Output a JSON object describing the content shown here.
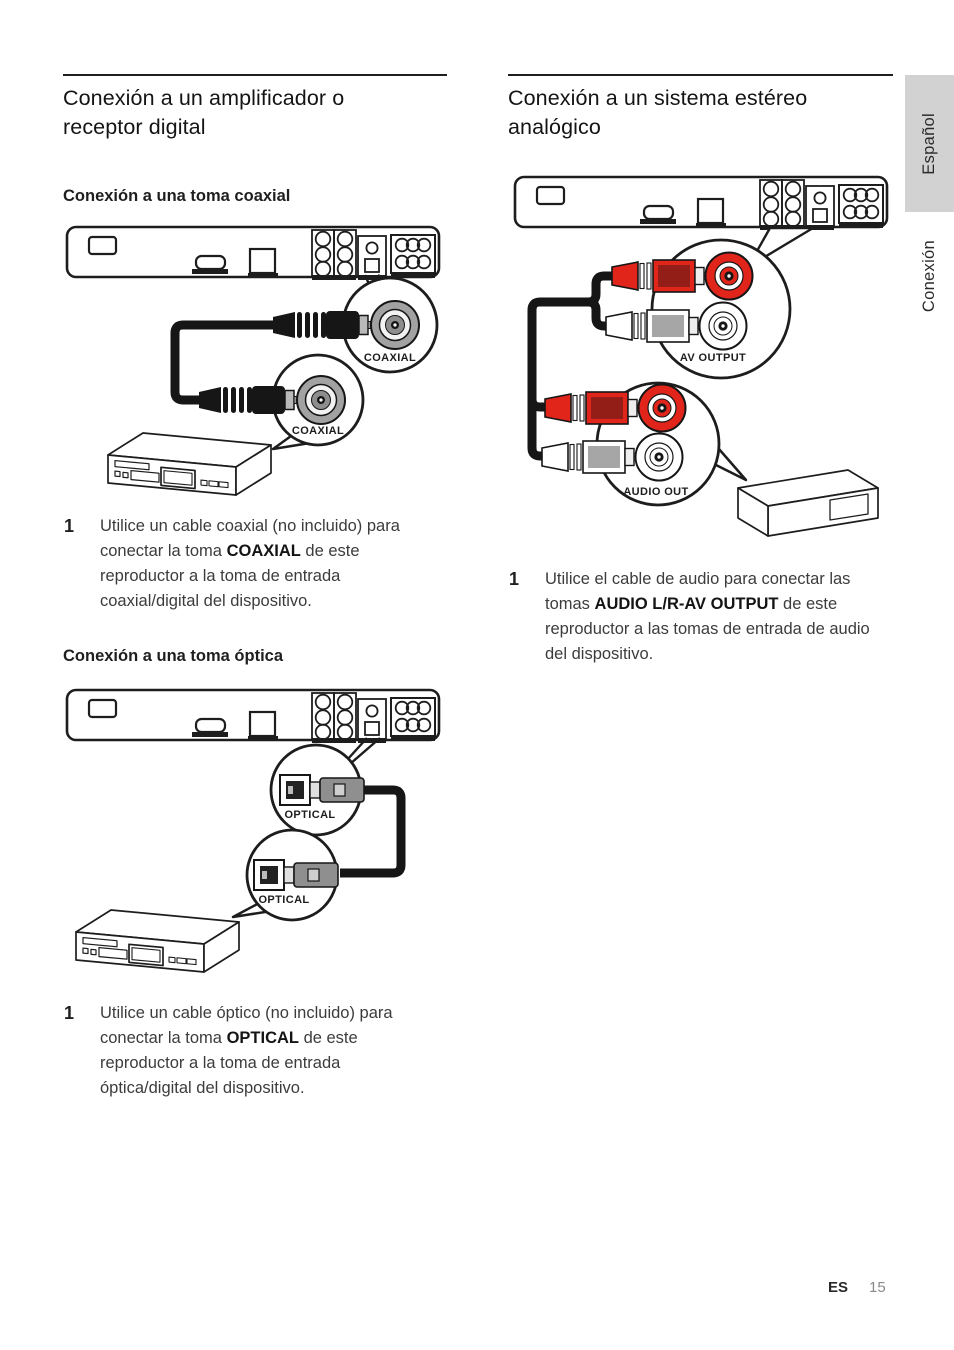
{
  "sidebar": {
    "language_tab": "Español",
    "section_label": "Conexión"
  },
  "footer": {
    "lang": "ES",
    "page": "15"
  },
  "left": {
    "heading": "Conexión a un amplificador o receptor digital",
    "coaxial": {
      "subheading": "Conexión a una toma coaxial",
      "labels": {
        "top_jack": "COAXIAL",
        "bottom_jack": "COAXIAL"
      },
      "step": {
        "num": "1",
        "pre": "Utilice un cable coaxial (no incluido) para conectar la toma ",
        "bold": "COAXIAL",
        "post": " de este reproductor a la toma de entrada coaxial/digital del dispositivo."
      }
    },
    "optical": {
      "subheading": "Conexión a una toma óptica",
      "labels": {
        "top_jack": "OPTICAL",
        "bottom_jack": "OPTICAL"
      },
      "step": {
        "num": "1",
        "pre": "Utilice un cable óptico (no incluido) para conectar la toma ",
        "bold": "OPTICAL",
        "post": " de este reproductor a la toma de entrada óptica/digital del dispositivo."
      }
    }
  },
  "right": {
    "heading": "Conexión a un sistema estéreo analógico",
    "analog": {
      "labels": {
        "top_jack": "AV OUTPUT",
        "bottom_jack": "AUDIO OUT"
      },
      "step": {
        "num": "1",
        "pre": "Utilice el cable de audio para conectar las tomas ",
        "bold": "AUDIO L/R-AV OUTPUT",
        "post": " de este reproductor a las tomas de entrada de audio del dispositivo."
      }
    }
  },
  "colors": {
    "rca_red": "#e1251b",
    "tab_gray": "#d2d2d2",
    "ink": "#1d1d1d",
    "body_text": "#3c3c3c"
  }
}
